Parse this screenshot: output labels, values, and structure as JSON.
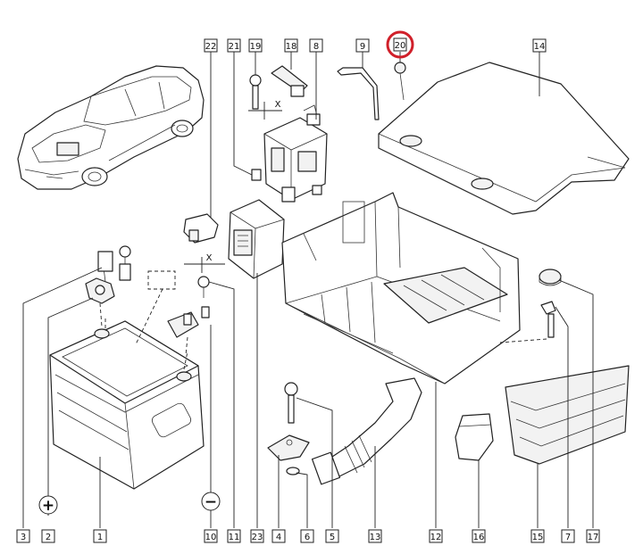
{
  "diagram": {
    "callouts": [
      {
        "id": "c22",
        "text": "22"
      },
      {
        "id": "c21",
        "text": "21"
      },
      {
        "id": "c19",
        "text": "19"
      },
      {
        "id": "c18",
        "text": "18"
      },
      {
        "id": "c8",
        "text": "8"
      },
      {
        "id": "c9",
        "text": "9"
      },
      {
        "id": "c20",
        "text": "20"
      },
      {
        "id": "c14",
        "text": "14"
      },
      {
        "id": "c3",
        "text": "3"
      },
      {
        "id": "c2",
        "text": "2"
      },
      {
        "id": "c1",
        "text": "1"
      },
      {
        "id": "c10",
        "text": "10"
      },
      {
        "id": "c11",
        "text": "11"
      },
      {
        "id": "c23",
        "text": "23"
      },
      {
        "id": "c4",
        "text": "4"
      },
      {
        "id": "c6",
        "text": "6"
      },
      {
        "id": "c5",
        "text": "5"
      },
      {
        "id": "c13",
        "text": "13"
      },
      {
        "id": "c12",
        "text": "12"
      },
      {
        "id": "c16",
        "text": "16"
      },
      {
        "id": "c15",
        "text": "15"
      },
      {
        "id": "c7",
        "text": "7"
      },
      {
        "id": "c17",
        "text": "17"
      }
    ],
    "highlighted_callout": "20",
    "highlight_color": "#d0202a",
    "plus_symbol": "+",
    "minus_symbol": "−",
    "axis_label_x": "X"
  }
}
